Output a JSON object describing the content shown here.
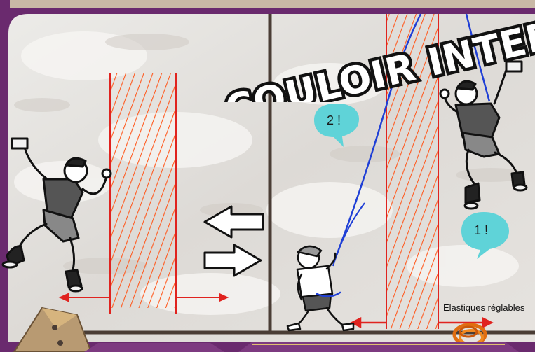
{
  "title": "COULOIR INTERDIT",
  "bubbles": {
    "left": "2 !",
    "right": "1 !"
  },
  "caption": "Elastiques réglables",
  "icons": [
    "arrow-left-icon",
    "arrow-right-icon",
    "climbing-hold-icon",
    "rope-coil-icon"
  ],
  "colors": {
    "frame": "#6a2a6e",
    "hatch": "#ff5a1f",
    "bubble": "#5fd3d8",
    "rope": "#1f3fd6",
    "arrow_red": "#e0231f"
  }
}
